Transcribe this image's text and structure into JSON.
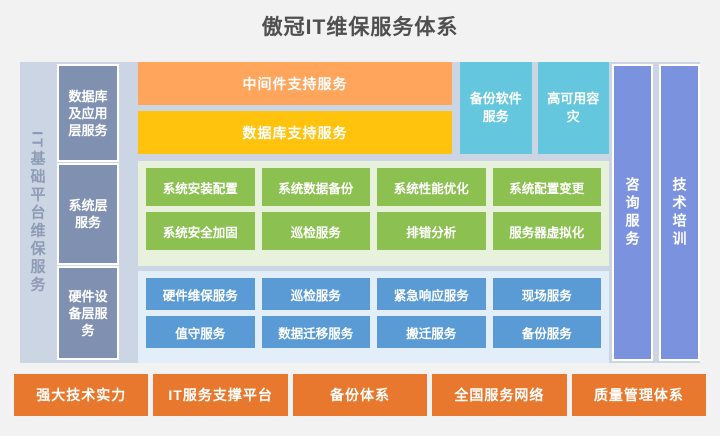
{
  "title": "傲冠IT维保服务体系",
  "colors": {
    "page_bg": "#f2f2f2",
    "frame_bg": "#ccd5e3",
    "layer_box": "#7f90b1",
    "orange_bar": "#ffa55c",
    "yellow_bar": "#ffc20d",
    "cyan_box": "#64c7de",
    "green_panel_bg": "#e8f1dc",
    "green_cell": "#8cc152",
    "blue_panel_bg": "#e3eefb",
    "blue_cell": "#5b9bd5",
    "tall_column": "#7b93de",
    "bottom_cell": "#e8782d",
    "title_text": "#4f4f4f",
    "vertical_label_text": "#8d9cb4"
  },
  "vertical_label": "IT基础平台维保服务",
  "layers": [
    {
      "label": "数据库及应用层服务"
    },
    {
      "label": "系统层服务"
    },
    {
      "label": "硬件设备层服务"
    }
  ],
  "top_band": {
    "orange_bar": "中间件支持服务",
    "yellow_bar": "数据库支持服务",
    "cyan_boxes": [
      {
        "label": "备份软件服务"
      },
      {
        "label": "高可用容灾"
      }
    ]
  },
  "system_layer": {
    "rows": [
      [
        {
          "label": "系统安装配置"
        },
        {
          "label": "系统数据备份"
        },
        {
          "label": "系统性能优化"
        },
        {
          "label": "系统配置变更"
        }
      ],
      [
        {
          "label": "系统安全加固"
        },
        {
          "label": "巡检服务"
        },
        {
          "label": "排错分析"
        },
        {
          "label": "服务器虚拟化"
        }
      ]
    ]
  },
  "hardware_layer": {
    "rows": [
      [
        {
          "label": "硬件维保服务"
        },
        {
          "label": "巡检服务"
        },
        {
          "label": "紧急响应服务"
        },
        {
          "label": "现场服务"
        }
      ],
      [
        {
          "label": "值守服务"
        },
        {
          "label": "数据迁移服务"
        },
        {
          "label": "搬迁服务"
        },
        {
          "label": "备份服务"
        }
      ]
    ]
  },
  "right_columns": [
    {
      "label": "咨询服务"
    },
    {
      "label": "技术培训"
    }
  ],
  "bottom_bar": [
    {
      "label": "强大技术实力"
    },
    {
      "label": "IT服务支撑平台"
    },
    {
      "label": "备份体系"
    },
    {
      "label": "全国服务网络"
    },
    {
      "label": "质量管理体系"
    }
  ]
}
